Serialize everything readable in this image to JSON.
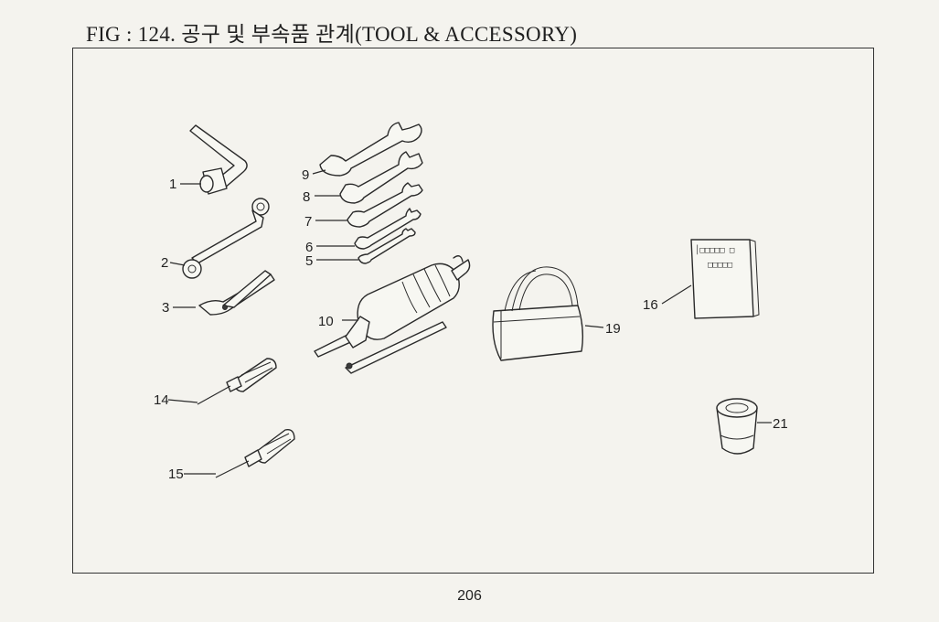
{
  "title": "FIG : 124. 공구 및 부속품 관계(TOOL & ACCESSORY)",
  "page_number": "206",
  "callouts": [
    "1",
    "2",
    "3",
    "9",
    "8",
    "7",
    "6",
    "5",
    "10",
    "14",
    "15",
    "19",
    "16",
    "21"
  ],
  "manual_cover_lines": [
    "│□□□□□ □",
    "□□□□□"
  ]
}
